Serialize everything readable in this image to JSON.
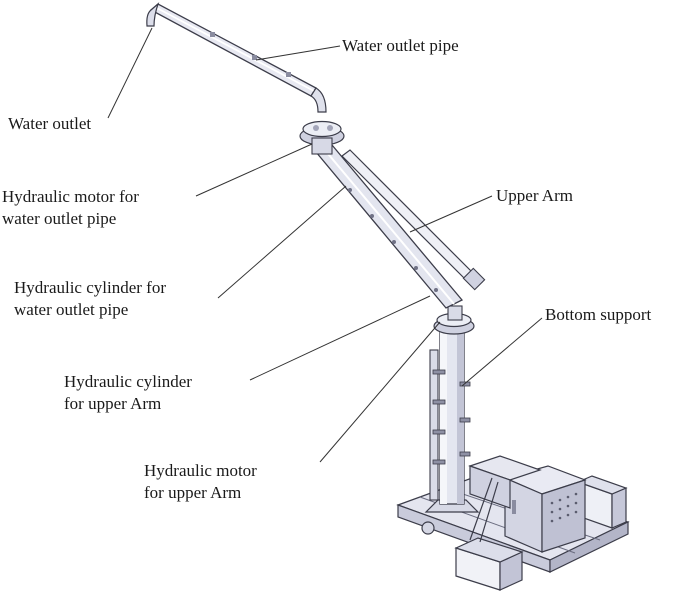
{
  "labels": {
    "water_outlet_pipe": "Water  outlet pipe",
    "water_outlet": "Water outlet",
    "hyd_motor_pipe": [
      "Hydraulic motor for",
      "water outlet pipe"
    ],
    "upper_arm": "Upper Arm",
    "hyd_cyl_pipe": [
      "Hydraulic cylinder for",
      "water outlet pipe"
    ],
    "bottom_support": "Bottom support",
    "hyd_cyl_arm": [
      "Hydraulic cylinder",
      "for  upper Arm"
    ],
    "hyd_motor_arm": [
      "Hydraulic motor",
      "for upper Arm"
    ]
  },
  "colors": {
    "text": "#1a1a1a",
    "leader": "#333333",
    "metal_light": "#e9eaf3",
    "metal_mid": "#cfd1e0",
    "metal_dark": "#a9abbf",
    "outline": "#3c3d4a"
  }
}
